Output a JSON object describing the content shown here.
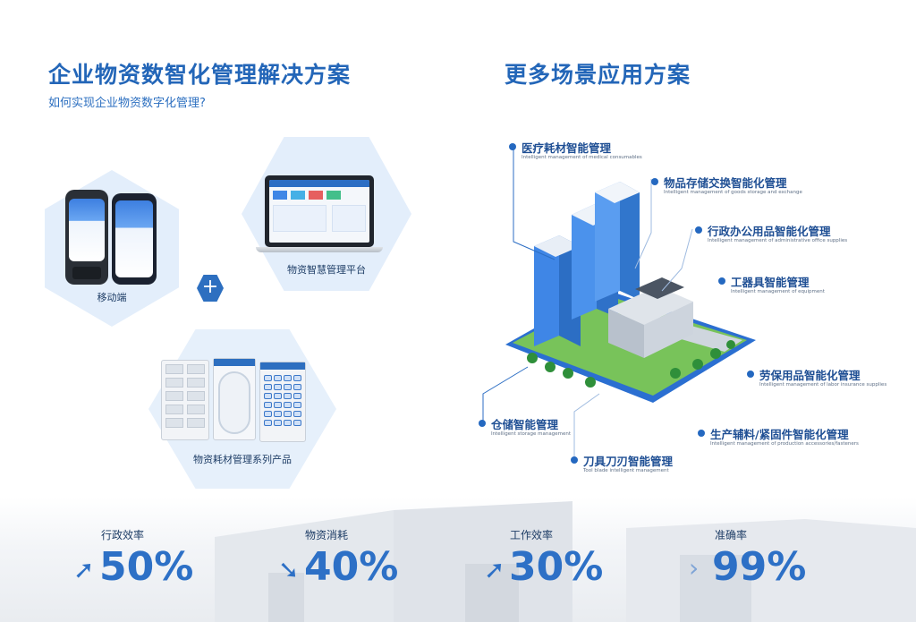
{
  "left_section": {
    "title": "企业物资数智化管理解决方案",
    "subtitle": "如何实现企业物资数字化管理?",
    "mobile_caption": "移动端",
    "platform_caption": "物资智慧管理平台",
    "products_caption": "物资耗材管理系列产品",
    "plus_symbol": "+"
  },
  "right_section": {
    "title": "更多场景应用方案",
    "scenarios": [
      {
        "name": "医疗耗材智能管理",
        "en": "Intelligent management of medical consumables"
      },
      {
        "name": "物品存储交换智能化管理",
        "en": "Intelligent management of goods storage and exchange"
      },
      {
        "name": "行政办公用品智能化管理",
        "en": "Intelligent management of administrative office supplies"
      },
      {
        "name": "工器具智能管理",
        "en": "Intelligent management of equipment"
      },
      {
        "name": "劳保用品智能化管理",
        "en": "Intelligent management of labor insurance supplies"
      },
      {
        "name": "生产辅料/紧固件智能化管理",
        "en": "Intelligent management of production accessories/fasteners"
      },
      {
        "name": "刀具刀刃智能管理",
        "en": "Tool blade intelligent management"
      },
      {
        "name": "仓储智能管理",
        "en": "Intelligent storage management"
      }
    ]
  },
  "stats": [
    {
      "label": "行政效率",
      "icon": "arrow-up-icon",
      "value": "50%"
    },
    {
      "label": "物资消耗",
      "icon": "arrow-down-icon",
      "value": "40%"
    },
    {
      "label": "工作效率",
      "icon": "arrow-up-icon",
      "value": "30%"
    },
    {
      "label": "准确率",
      "icon": "chevron-right-icon",
      "value": "99%"
    }
  ],
  "colors": {
    "accent": "#2366b8",
    "hex_light": "#e6f0fb",
    "dot": "#2468c0",
    "stat": "#2d70c6"
  }
}
